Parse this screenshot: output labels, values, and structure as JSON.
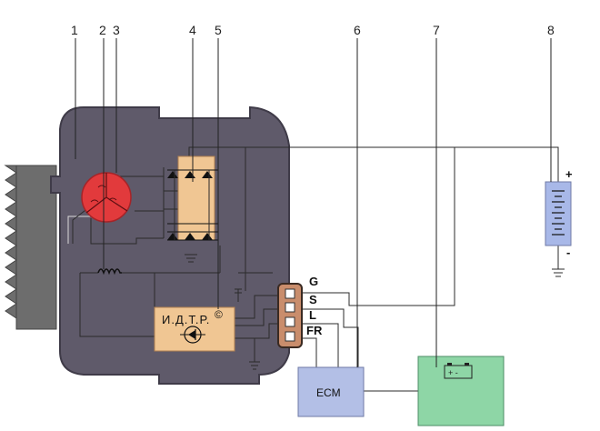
{
  "callouts": [
    "1",
    "2",
    "3",
    "4",
    "5",
    "6",
    "7",
    "8"
  ],
  "connector_pins": [
    "G",
    "S",
    "L",
    "FR"
  ],
  "regulator_label": "И.Д.Т.Р.",
  "regulator_mark": "©",
  "ecm_label": "ECM",
  "battery_plus": "+",
  "battery_minus": "-",
  "icon_battery_symbol": "+ -",
  "colors": {
    "housing": "#5f5a6a",
    "housing_edge": "#3f3b48",
    "stator": "#e23a3c",
    "rectifier_block": "#f0c693",
    "regulator_block": "#f0c693",
    "connector": "#c98d6c",
    "ecm_block": "#b3bfe6",
    "instrument_block": "#8ed6a6",
    "battery": "#a8b8e8",
    "pulley": "#6d6d6d"
  }
}
